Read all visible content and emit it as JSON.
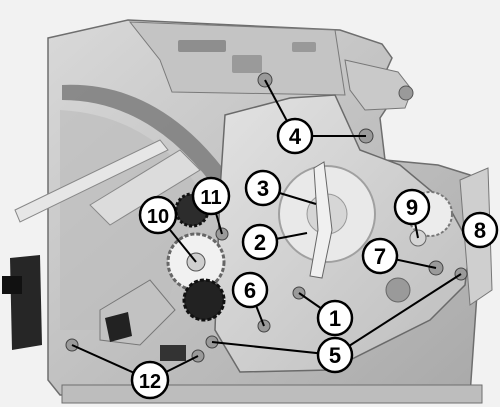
{
  "callouts": [
    {
      "id": "1",
      "label": "1"
    },
    {
      "id": "2",
      "label": "2"
    },
    {
      "id": "3",
      "label": "3"
    },
    {
      "id": "4",
      "label": "4"
    },
    {
      "id": "5",
      "label": "5"
    },
    {
      "id": "6",
      "label": "6"
    },
    {
      "id": "7",
      "label": "7"
    },
    {
      "id": "8",
      "label": "8"
    },
    {
      "id": "9",
      "label": "9"
    },
    {
      "id": "10",
      "label": "10"
    },
    {
      "id": "11",
      "label": "11"
    },
    {
      "id": "12",
      "label": "12"
    }
  ],
  "colors": {
    "background": "#f2f2f2",
    "plate_light": "#cfcfcf",
    "plate_mid": "#b5b5b5",
    "plate_dark": "#8c8c8c",
    "gear_black": "#1e1e1e",
    "gear_white": "#efefef",
    "callout_fill": "#ffffff",
    "callout_stroke": "#000000"
  }
}
